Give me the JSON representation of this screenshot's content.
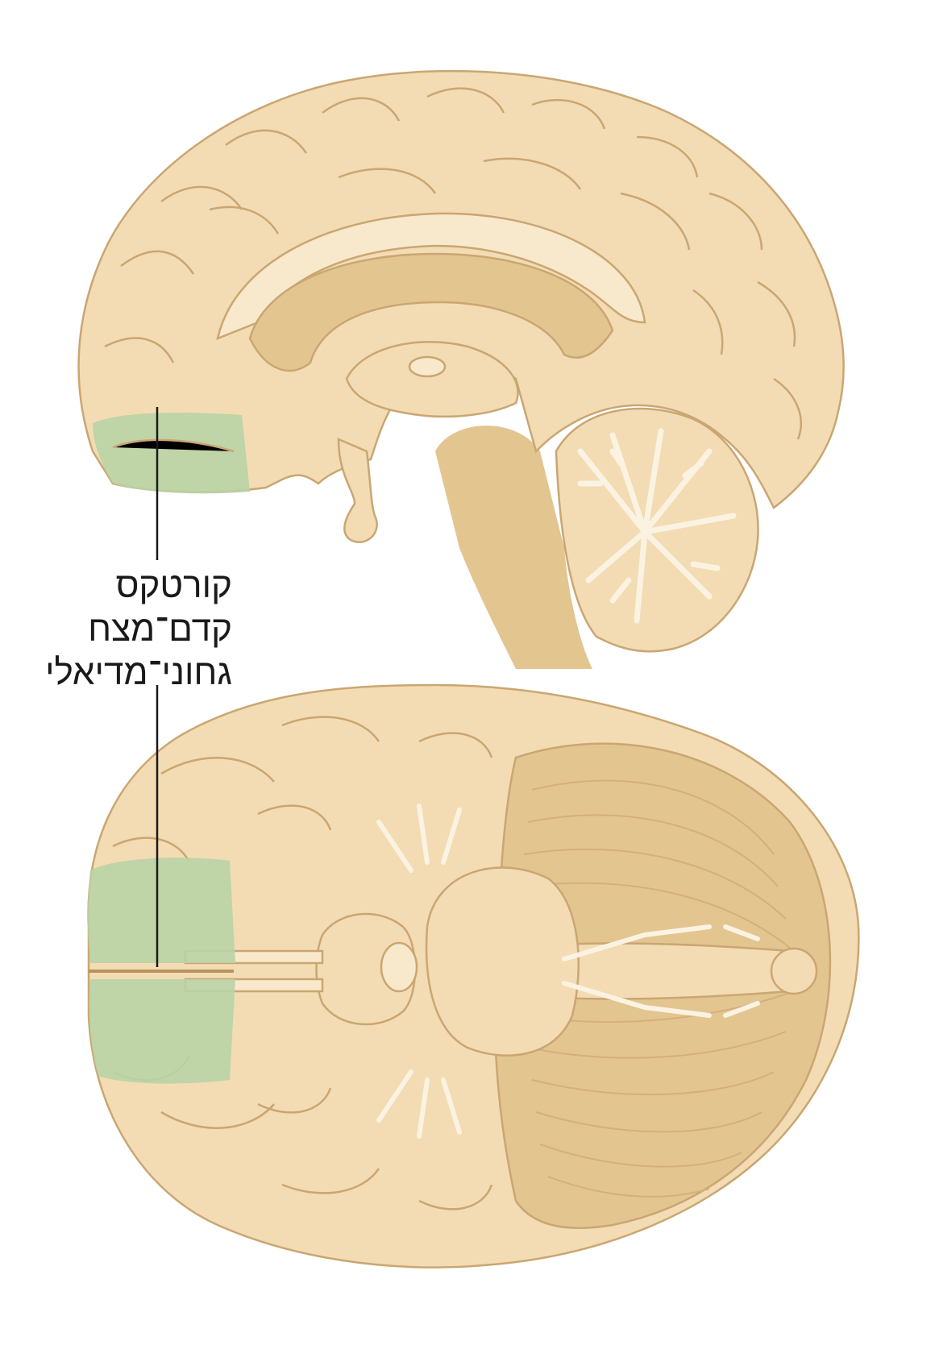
{
  "label": {
    "lines": [
      "קורטקס",
      "קדם־מצח",
      "גחוני־מדיאלי"
    ]
  },
  "colors": {
    "brain_fill": "#f3dcb3",
    "brain_shade": "#e3c590",
    "sulcus": "#caa672",
    "highlight": "#b9d3a5",
    "leader_line": "#1a1a1a"
  },
  "icons": {
    "sagittal_view": "brain-sagittal-icon",
    "ventral_view": "brain-ventral-icon"
  }
}
